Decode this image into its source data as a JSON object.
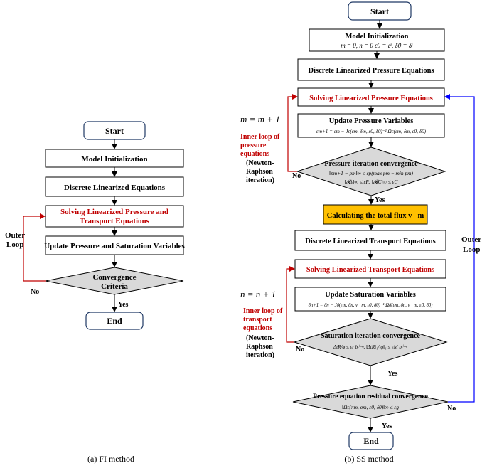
{
  "fi": {
    "start": "Start",
    "init": "Model Initialization",
    "discrete": "Discrete Linearized Equations",
    "solve_line1": "Solving Linearized Pressure and",
    "solve_line2": "Transport Equations",
    "update": "Update Pressure and Saturation Variables",
    "conv_line1": "Convergence",
    "conv_line2": "Criteria",
    "no": "No",
    "yes": "Yes",
    "end": "End",
    "outer_line1": "Outer",
    "outer_line2": "Loop",
    "caption": "(a) FI method"
  },
  "ss": {
    "start": "Start",
    "init": "Model Initialization",
    "init_formula": "m = 0, n = 0        ε0 = εⁱ, δ0 = δⁱ",
    "discrete_pressure": "Discrete Linearized Pressure Equations",
    "solve_pressure": "Solving Linearized Pressure Equations",
    "m_update": "m = m + 1",
    "inner_p_line1": "Inner loop of",
    "inner_p_line2": "pressure",
    "inner_p_line3": "equations",
    "newton1_line1": "(Newton-",
    "newton1_line2": "Raphson",
    "newton1_line3": "iteration)",
    "update_pressure": "Update Pressure Variables",
    "update_pressure_formula": "εm+1 = εm − Jε(εm, δm, ε0, δ0)⁻¹ Ωε(εm, δm, ε0, δ0)",
    "pconv_title": "Pressure iteration convergence",
    "pconv_formula1": "‖pm+1 − pm‖∞ ≤ εp(max pm − min pm)",
    "pconv_formula2": "‖𝓡ε‖∞ ≤ εR, ‖𝓡C‖∞ ≤ εC",
    "no_p": "No",
    "yes_p": "Yes",
    "flux": "Calculating the total flux v⃗m",
    "discrete_transport": "Discrete Linearized Transport Equations",
    "solve_transport": "Solving Linearized Transport  Equations",
    "n_update": "n = n + 1",
    "inner_t_line1": "Inner loop of",
    "inner_t_line2": "transport",
    "inner_t_line3": "equations",
    "newton2_line1": "(Newton-",
    "newton2_line2": "Raphson",
    "newton2_line3": "iteration)",
    "update_saturation": "Update Saturation Variables",
    "update_saturation_formula": "δn+1 = δn − Jδ(εm, δn, v⃗m, ε0, δ0)⁻¹ Ωδ(εm, δn, v⃗m, ε0, δ0)",
    "sconv_title": "Saturation iteration convergence",
    "sconv_formula": "ΔtR/φ ≤ εr bᵣⁱᵐᵍ, ‖ΔtR‖₁/‖φ‖₁ ≤ εM bᵣⁱᵐᵍ",
    "no_s": "No",
    "yes_s": "Yes",
    "resid_title": "Pressure equation residual convergence",
    "resid_formula": "‖Ωε(πm, σm, ε0, δ0)‖∞ ≤ εg",
    "no_r": "No",
    "yes_r": "Yes",
    "end": "End",
    "outer_line1": "Outer",
    "outer_line2": "Loop",
    "caption": "(b)  SS method"
  },
  "colors": {
    "accent_red": "#c00000",
    "loop_blue": "#0000ff",
    "decision_fill": "#d9d9d9",
    "flux_fill": "#ffc000",
    "terminal_border": "#1f3864"
  }
}
